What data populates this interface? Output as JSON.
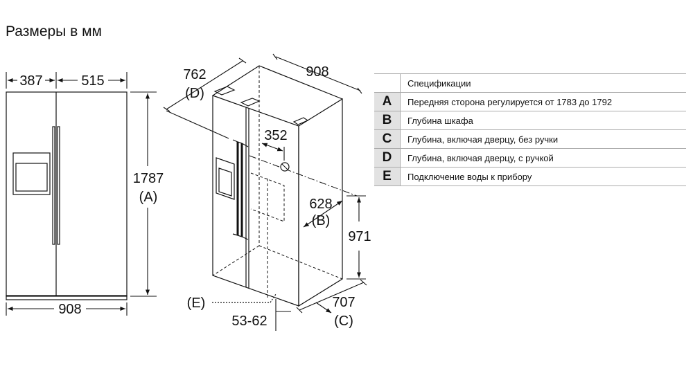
{
  "title": "Размеры в мм",
  "front_view": {
    "dim_left_width": "387",
    "dim_right_width": "515",
    "dim_total_width": "908",
    "dim_height": "1787",
    "dim_height_code": "(A)"
  },
  "iso_view": {
    "dim_depth_door_handle": "762",
    "dim_depth_door_handle_code": "(D)",
    "dim_width": "908",
    "dim_water_offset": "352",
    "dim_cabinet_depth": "628",
    "dim_cabinet_depth_code": "(B)",
    "dim_water_height": "971",
    "dim_depth_door": "707",
    "dim_depth_door_code": "(C)",
    "water_code": "(E)",
    "dim_gap": "53-62"
  },
  "spec_table": {
    "header": "Спецификации",
    "rows": [
      {
        "code": "A",
        "text": "Передняя сторона регулируется от 1783 до 1792"
      },
      {
        "code": "B",
        "text": "Глубина шкафа"
      },
      {
        "code": "C",
        "text": "Глубина, включая дверцу, без ручки"
      },
      {
        "code": "D",
        "text": "Глубина, включая дверцу, с ручкой"
      },
      {
        "code": "E",
        "text": "Подключение воды к прибору"
      }
    ]
  },
  "colors": {
    "line": "#111111",
    "table_code_bg": "#e2e2e2",
    "table_border": "#aaaaaa"
  }
}
